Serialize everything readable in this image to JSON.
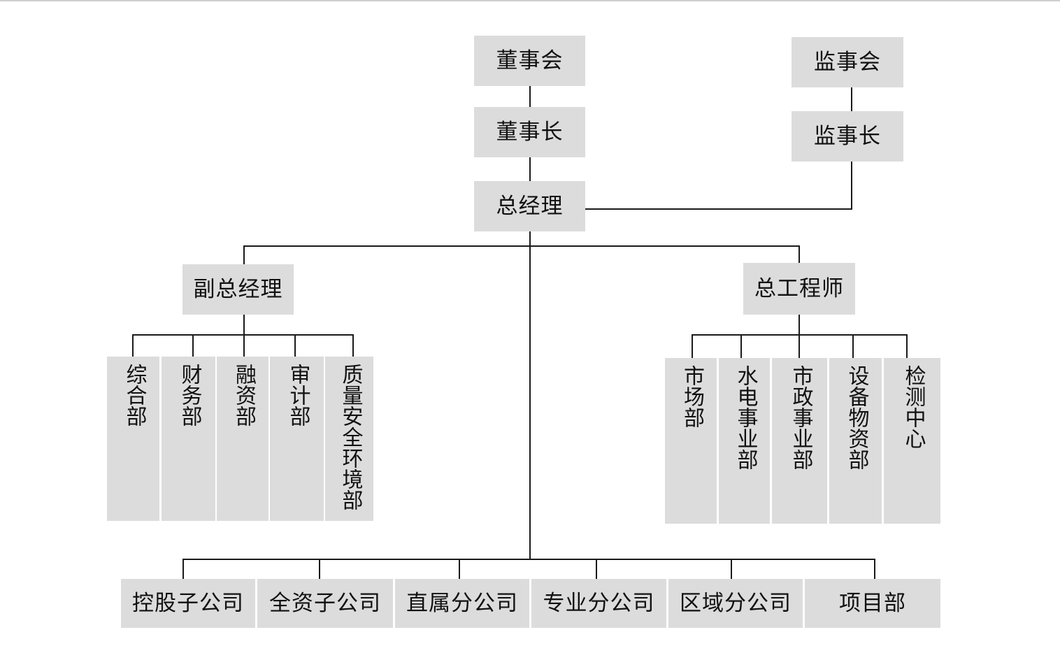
{
  "top": {
    "board": "董事会",
    "chairman": "董事长",
    "supervisory_board": "监事会",
    "supervisory_chair": "监事长",
    "general_manager": "总经理"
  },
  "managers": {
    "deputy_gm": "副总经理",
    "chief_engineer": "总工程师"
  },
  "deputy_departments": [
    "综合部",
    "财务部",
    "融资部",
    "审计部",
    "质量安全环境部"
  ],
  "engineer_departments": [
    "市场部",
    "水电事业部",
    "市政事业部",
    "设备物资部",
    "检测中心"
  ],
  "subsidiaries": [
    "控股子公司",
    "全资子公司",
    "直属分公司",
    "专业分公司",
    "区域分公司",
    "项目部"
  ]
}
